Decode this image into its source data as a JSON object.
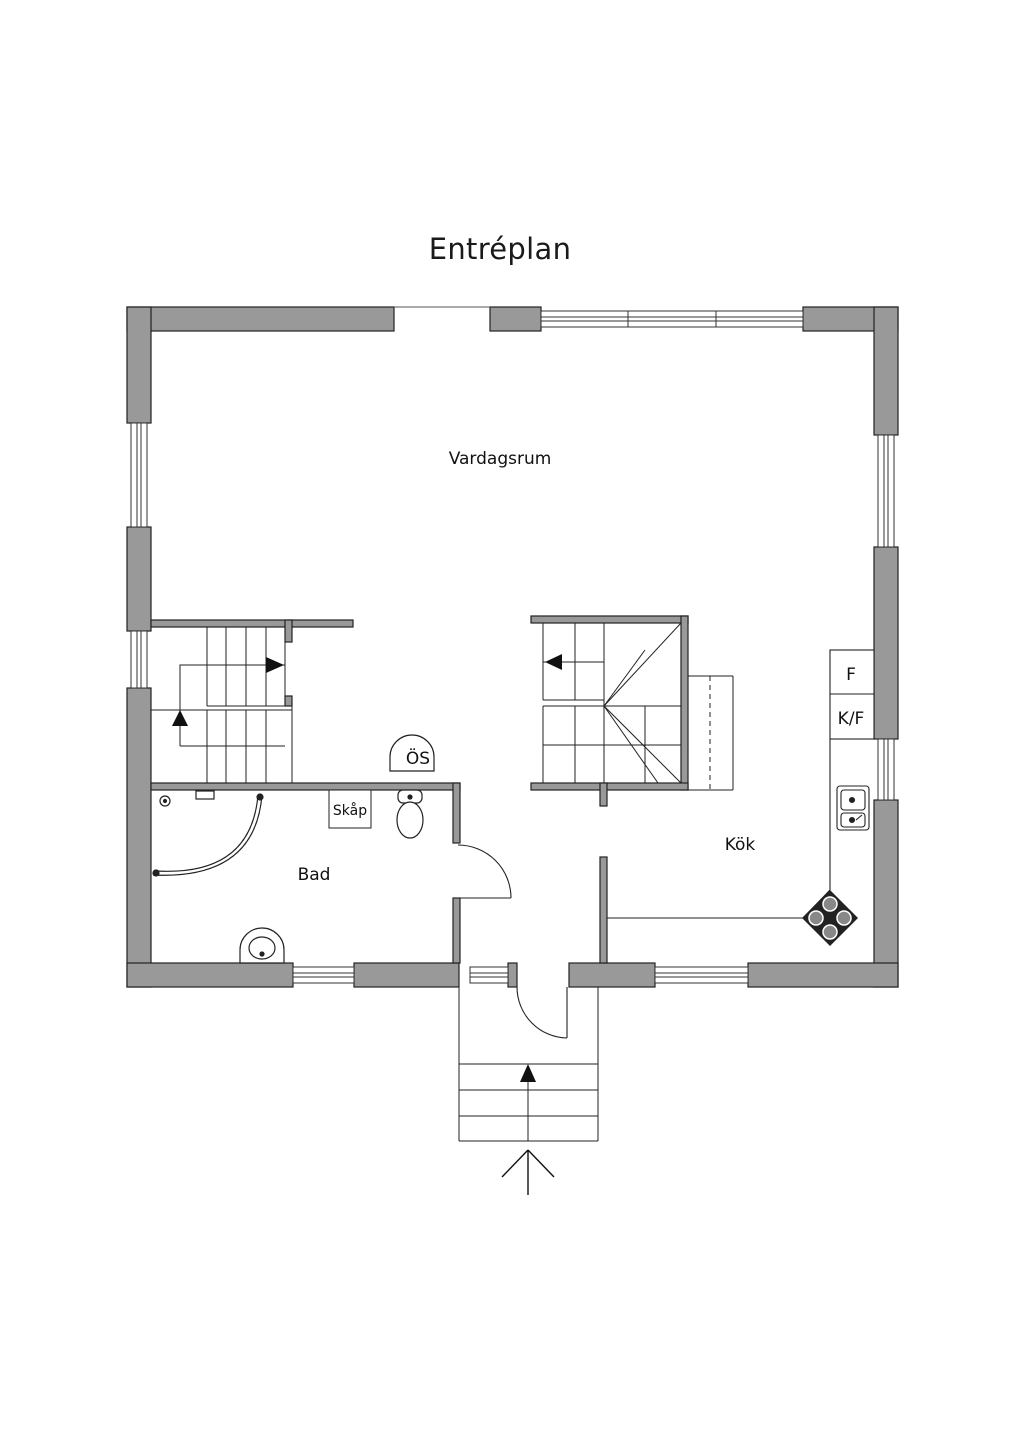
{
  "title": "Entréplan",
  "rooms": {
    "living": "Vardagsrum",
    "bath": "Bad",
    "kitchen": "Kök"
  },
  "fixtures": {
    "cabinet": "Skåp",
    "water_heater": "ÖS",
    "fridge": "F",
    "fridge_freezer": "K/F"
  },
  "icons": [
    "stair-arrow-icon",
    "entrance-arrow-icon",
    "stove-icon",
    "sink-icon",
    "toilet-icon",
    "washbasin-icon",
    "shower-icon"
  ],
  "colors": {
    "wall": "#999999",
    "line": "#1a1a1a"
  }
}
